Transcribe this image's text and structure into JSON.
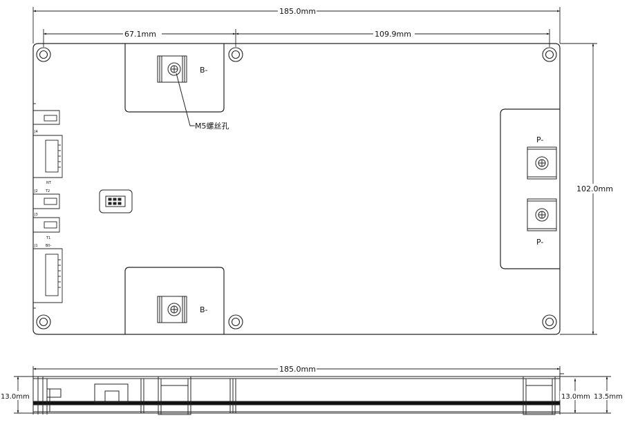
{
  "dims": {
    "total_width": "185.0mm",
    "left_hole_span": "67.1mm",
    "right_hole_span": "109.9mm",
    "board_height": "102.0mm",
    "side_total_width": "185.0mm",
    "side_left_height": "13.0mm",
    "side_right_height_inner": "13.0mm",
    "side_right_height_outer": "13.5mm"
  },
  "labels": {
    "b_minus_top": "B-",
    "b_minus_bottom": "B-",
    "p_minus_top": "P-",
    "p_minus_bottom": "P-",
    "screw_hole_note": "M5螺丝孔"
  },
  "connectors": {
    "j4": "J4",
    "j2": "J2",
    "j3": "J3",
    "j1": "J1",
    "ntc": "NT",
    "t2": "T2",
    "t1": "T1",
    "b0": "B0-"
  }
}
